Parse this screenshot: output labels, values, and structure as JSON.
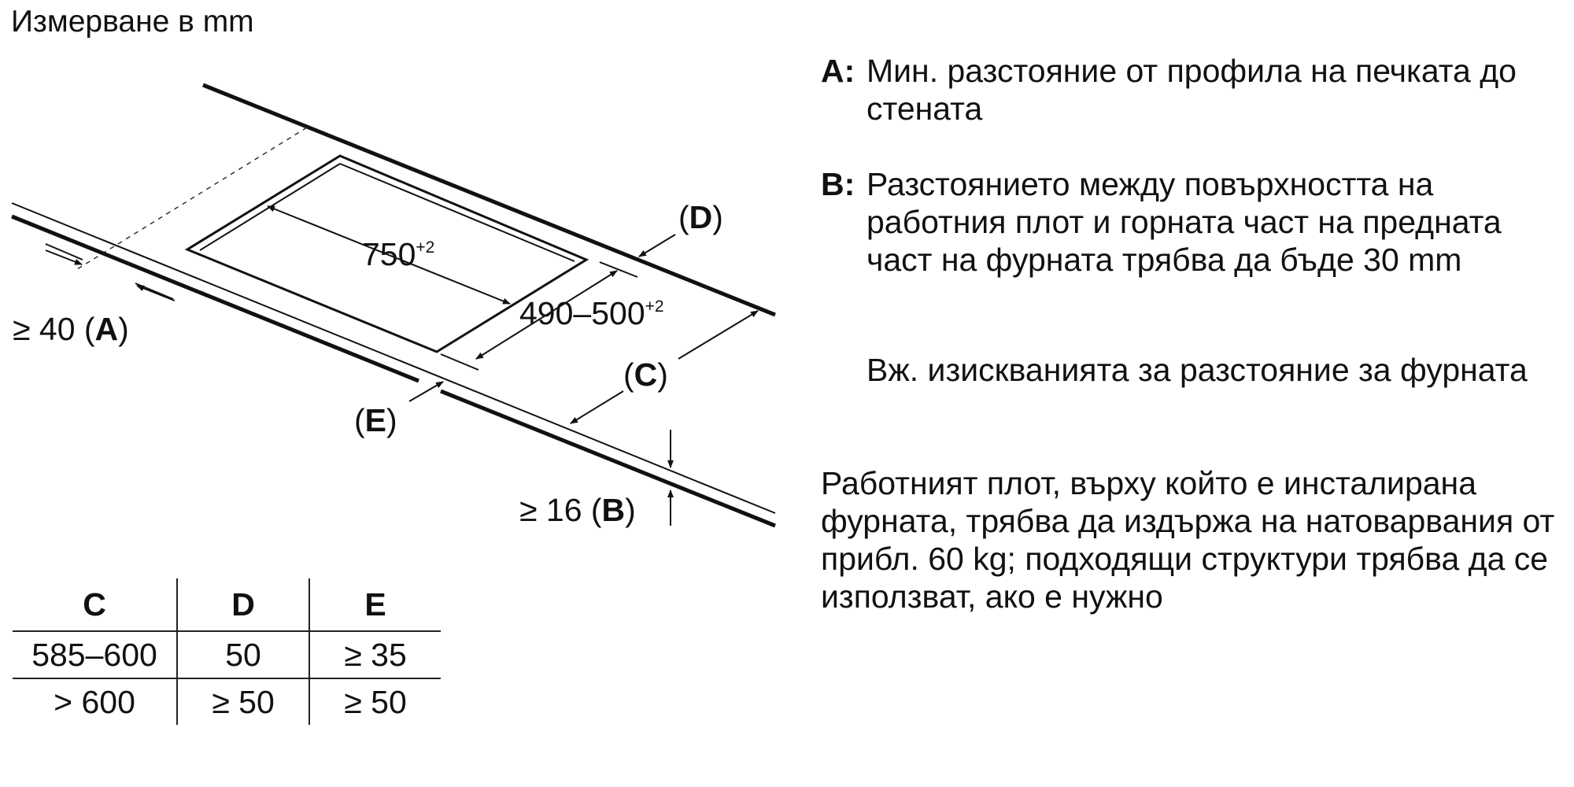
{
  "title": "Измерване в mm",
  "diagram": {
    "dim_width": "750",
    "dim_width_tol": "+2",
    "dim_depth": "490–500",
    "dim_depth_tol": "+2",
    "label_D": "D",
    "label_C": "C",
    "label_E": "E",
    "label_A_prefix": "≥ 40 (",
    "label_A": "A",
    "label_B_prefix": "≥ 16 (",
    "label_B": "B",
    "paren_open": "(",
    "paren_close": ")"
  },
  "table": {
    "headers": [
      "C",
      "D",
      "E"
    ],
    "rows": [
      [
        "585–600",
        "50",
        "≥ 35"
      ],
      [
        "> 600",
        "≥ 50",
        "≥ 50"
      ]
    ]
  },
  "legend": [
    {
      "key": "A:",
      "text": "Мин. разстояние от профила на печката до стената"
    },
    {
      "key": "B:",
      "text": "Разстоянието между повърхността на работния плот и горната част на предната част на фурната трябва да бъде 30 mm"
    }
  ],
  "legend_extra": "Вж. изискванията за разстояние за фурната",
  "note": "Работният плот, върху който е инсталирана фурната, трябва да издържа на натоварвания от прибл. 60 kg; подходящи структури трябва да се използват, ако е нужно"
}
